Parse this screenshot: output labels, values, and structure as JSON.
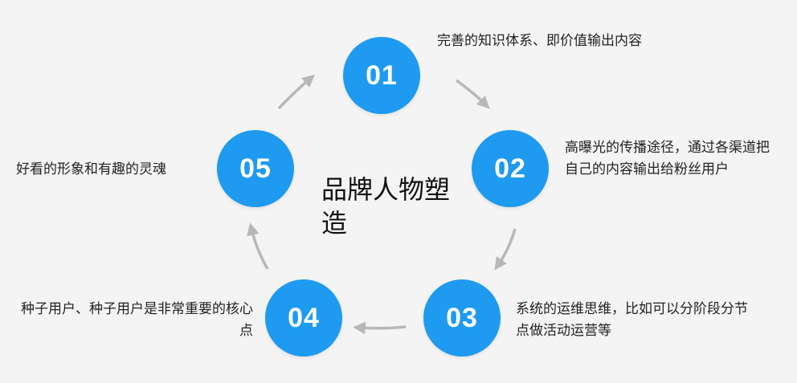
{
  "title": "品牌人物塑造",
  "nodes": [
    {
      "num": "01",
      "text": "完善的知识体系、即价值输出内容"
    },
    {
      "num": "02",
      "text": "高曝光的传播途径，通过各渠道把自己的内容输出给粉丝用户"
    },
    {
      "num": "03",
      "text": "系统的运维思维，比如可以分阶段分节点做活动运营等"
    },
    {
      "num": "04",
      "text": "种子用户、种子用户是非常重要的核心点"
    },
    {
      "num": "05",
      "text": "好看的形象和有趣的灵魂"
    }
  ],
  "colors": {
    "node": "#1e9af0",
    "arrow": "#b8b8b8",
    "background": "#f4f4f4"
  }
}
